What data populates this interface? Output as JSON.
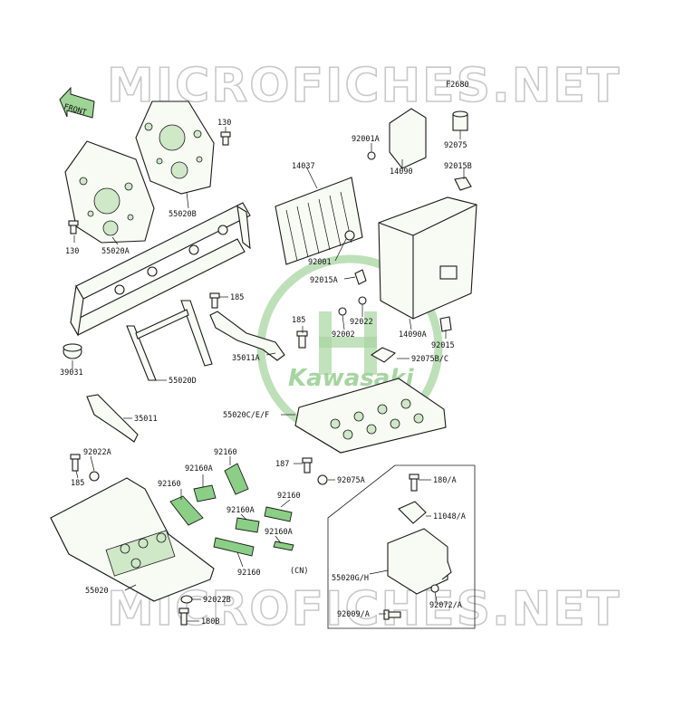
{
  "watermark": {
    "top": "MICROFICHES.NET",
    "bottom": "MICROFICHES.NET"
  },
  "diagram_code": "F2680",
  "front_arrow": "FRONT",
  "logo_text": "Kawasaki",
  "labels": {
    "l130a": "130",
    "l130b": "130",
    "l55020A": "55020A",
    "l55020B": "55020B",
    "l92001A": "92001A",
    "l92075": "92075",
    "l14090": "14090",
    "l92015B": "92015B",
    "l14037": "14037",
    "l92001": "92001",
    "l92015A": "92015A",
    "l185a": "185",
    "l185b": "185",
    "l185c": "185",
    "l92022": "92022",
    "l92002": "92002",
    "l14090A": "14090A",
    "l92015": "92015",
    "l35011A": "35011A",
    "l92075BC": "92075B/C",
    "l39031": "39031",
    "l55020D": "55020D",
    "l35011": "35011",
    "l55020CEF": "55020C/E/F",
    "l92022A": "92022A",
    "l92160a": "92160",
    "l92160Aa": "92160A",
    "l92160b": "92160",
    "l92160c": "92160",
    "l92160Ab": "92160A",
    "l92160Ac": "92160A",
    "l92160d": "92160",
    "l187": "187",
    "l92075A": "92075A",
    "l180A": "180/A",
    "l11048A": "11048/A",
    "lCN": "(CN)",
    "l55020GH": "55020G/H",
    "l55020": "55020",
    "l92022B": "92022B",
    "l92072A": "92072/A",
    "l92009A": "92009/A",
    "l180B": "180B"
  },
  "colors": {
    "logo": "#8bcf86",
    "watermark": "#c9c9c9",
    "line": "#1a1a1a"
  }
}
